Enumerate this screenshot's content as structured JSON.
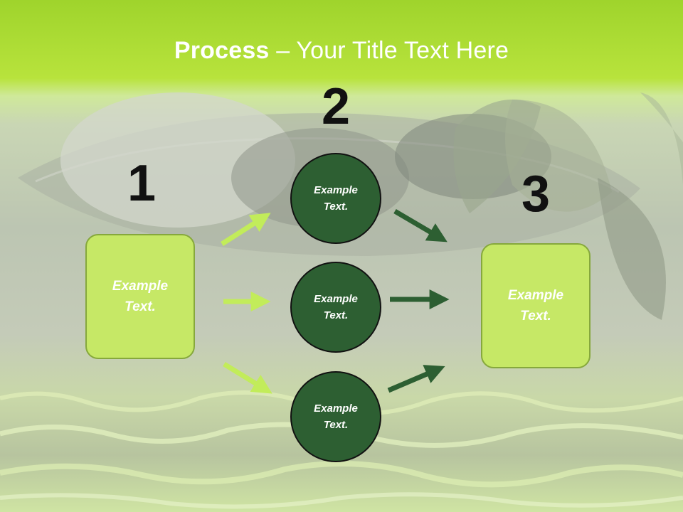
{
  "title": {
    "bold": "Process",
    "rest": " – Your Title Text Here"
  },
  "steps": {
    "one": "1",
    "two": "2",
    "three": "3"
  },
  "boxes": {
    "left": "Example Text.",
    "right": "Example Text."
  },
  "circles": {
    "top": "Example Text.",
    "middle": "Example Text.",
    "bottom": "Example Text."
  },
  "colors": {
    "light_green": "#c6e866",
    "dark_green": "#2d5f32",
    "arrow_light": "#c2ec5a",
    "arrow_dark": "#2d5f32"
  }
}
